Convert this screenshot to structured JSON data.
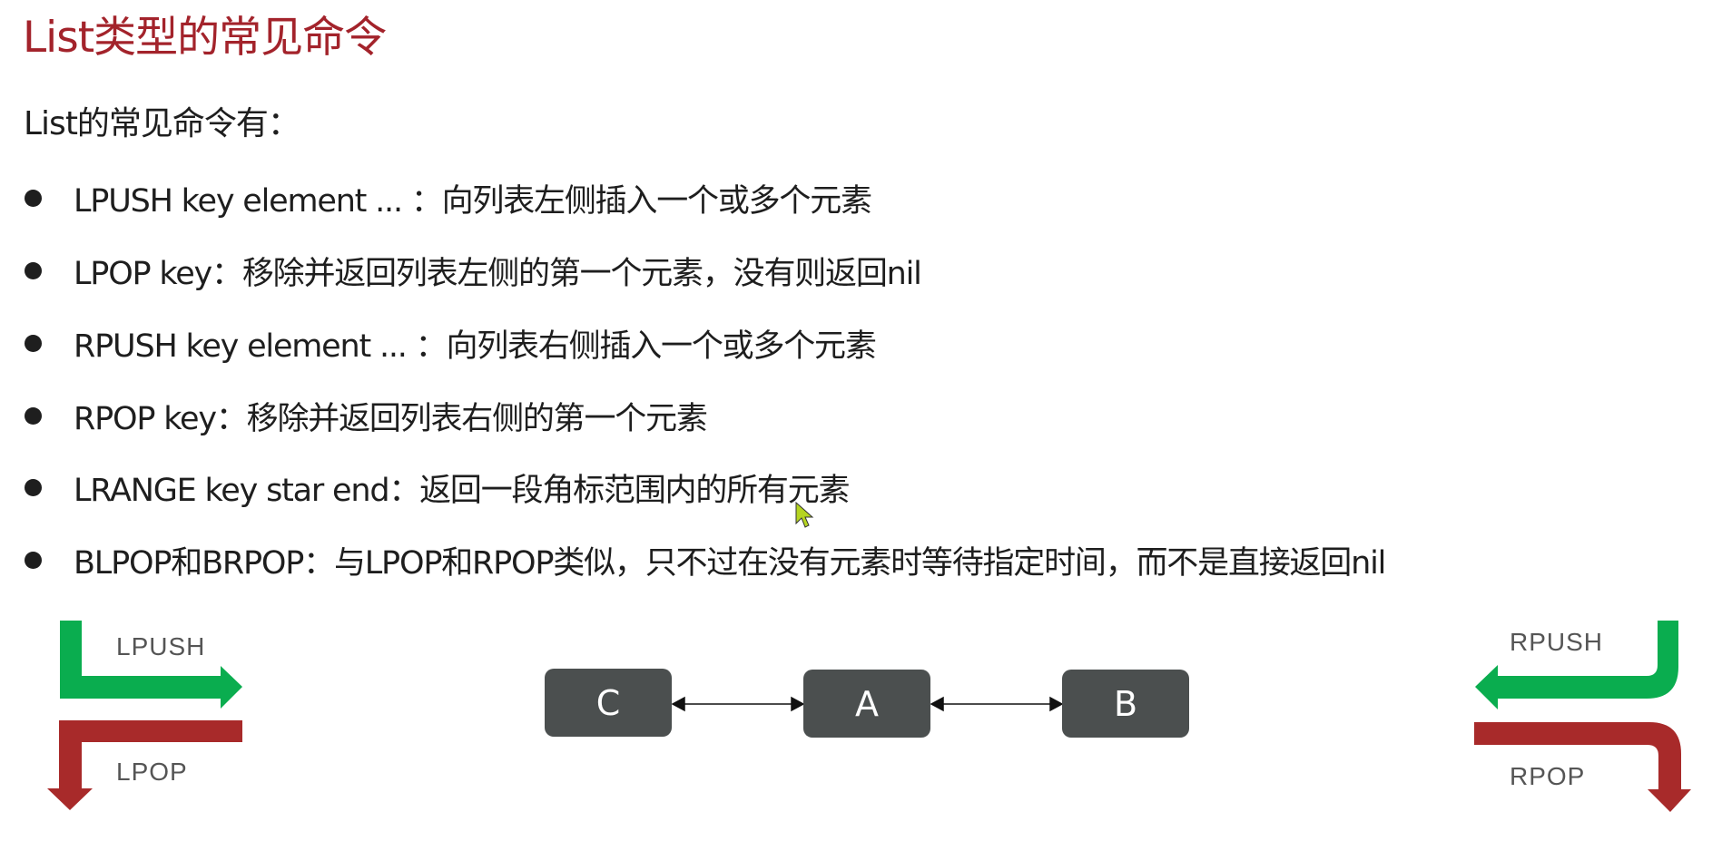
{
  "slide": {
    "title": "List类型的常见命令",
    "intro": "List的常见命令有：",
    "commands": [
      {
        "text": "LPUSH key  element ... ：向列表左侧插入一个或多个元素"
      },
      {
        "text": "LPOP key：移除并返回列表左侧的第一个元素，没有则返回nil"
      },
      {
        "text": "RPUSH key  element ... ：向列表右侧插入一个或多个元素"
      },
      {
        "text": "RPOP key：移除并返回列表右侧的第一个元素"
      },
      {
        "text": "LRANGE key star end：返回一段角标范围内的所有元素"
      },
      {
        "text": "BLPOP和BRPOP：与LPOP和RPOP类似，只不过在没有元素时等待指定时间，而不是直接返回nil"
      }
    ]
  },
  "diagram": {
    "nodes": [
      {
        "label": "C"
      },
      {
        "label": "A"
      },
      {
        "label": "B"
      }
    ],
    "labels": {
      "lpush": "LPUSH",
      "lpop": "LPOP",
      "rpush": "RPUSH",
      "rpop": "RPOP"
    },
    "colors": {
      "push": "#0aad4f",
      "pop": "#a82a2a",
      "node": "#4b4f4f",
      "title": "#a3232b"
    }
  },
  "cursor": {
    "icon": "mouse-pointer-icon",
    "color": "#b5d420"
  }
}
